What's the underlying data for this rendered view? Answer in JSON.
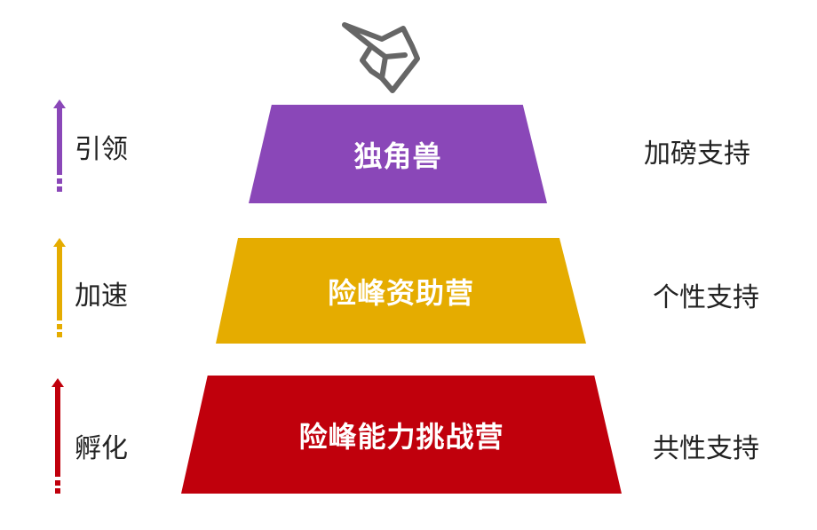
{
  "colors": {
    "purple": "#8a47b8",
    "gold": "#e5ac00",
    "red": "#c0000c",
    "logo": "#666666"
  },
  "logo": {
    "icon": "unicorn-icon"
  },
  "tiers": [
    {
      "label": "独角兽",
      "color": "#8a47b8",
      "left_label": "引领",
      "right_label": "加磅支持"
    },
    {
      "label": "险峰资助营",
      "color": "#e5ac00",
      "left_label": "加速",
      "right_label": "个性支持"
    },
    {
      "label": "险峰能力挑战营",
      "color": "#c0000c",
      "left_label": "孵化",
      "right_label": "共性支持"
    }
  ]
}
